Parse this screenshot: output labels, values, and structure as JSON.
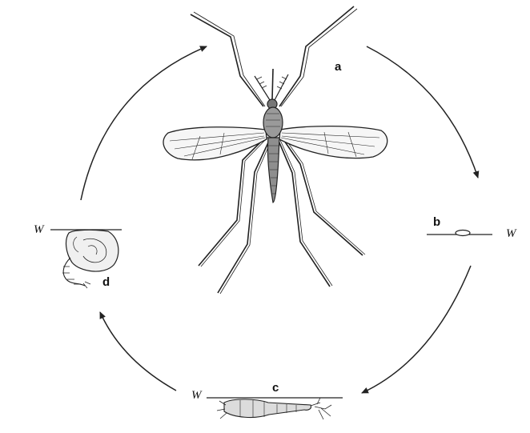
{
  "diagram": {
    "stages": [
      {
        "letter": "a"
      },
      {
        "letter": "b"
      },
      {
        "letter": "c"
      },
      {
        "letter": "d"
      }
    ],
    "water_marker": "W"
  }
}
